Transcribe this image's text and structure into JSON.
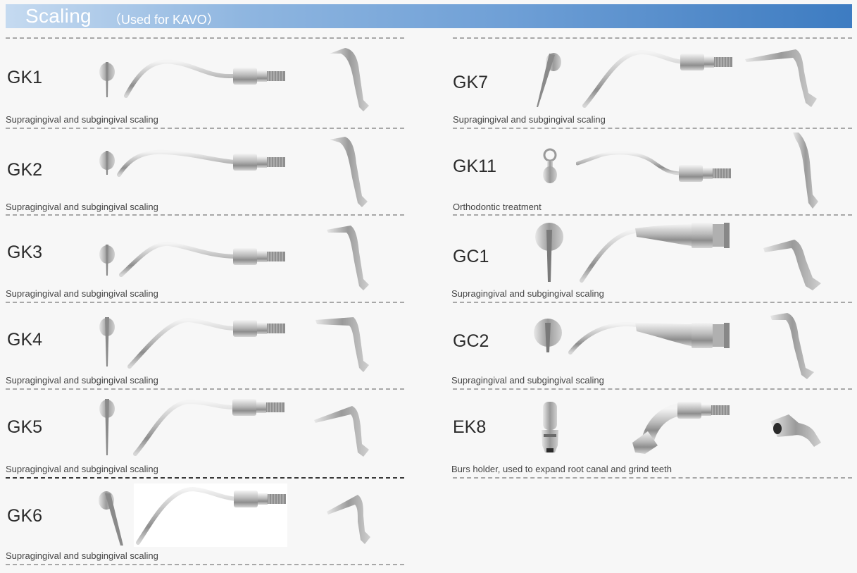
{
  "header": {
    "title": "Scaling",
    "subtitle": "（Used for KAVO）",
    "gradient_start": "#c5daf0",
    "gradient_end": "#3d7cc2"
  },
  "left_column": [
    {
      "code": "GK1",
      "description": "Supragingival and subgingival scaling"
    },
    {
      "code": "GK2",
      "description": "Supragingival and subgingival scaling"
    },
    {
      "code": "GK3",
      "description": "Supragingival and subgingival scaling"
    },
    {
      "code": "GK4",
      "description": "Supragingival and subgingival scaling"
    },
    {
      "code": "GK5",
      "description": "Supragingival and subgingival scaling"
    },
    {
      "code": "GK6",
      "description": "Supragingival and subgingival scaling"
    }
  ],
  "right_column": [
    {
      "code": "GK7",
      "description": "Supragingival and subgingival scaling"
    },
    {
      "code": "GK11",
      "description": "Orthodontic treatment"
    },
    {
      "code": "GC1",
      "description": "Supragingival and subgingival scaling"
    },
    {
      "code": "GC2",
      "description": "Supragingival and subgingival scaling"
    },
    {
      "code": "EK8",
      "description": "Burs holder, used to expand root canal and grind teeth"
    }
  ],
  "icons": {
    "front_view": "tip-front-view-icon",
    "side_view": "tip-side-view-icon",
    "angle_view": "tip-angle-view-icon"
  }
}
